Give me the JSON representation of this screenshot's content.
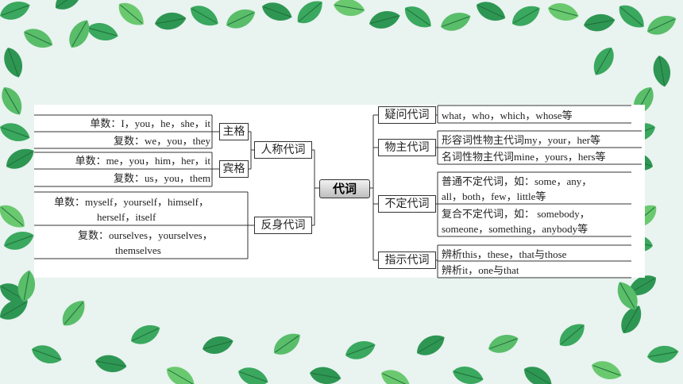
{
  "colors": {
    "background": "#e9f3f0",
    "leaf_dark": "#2f9a55",
    "leaf_light": "#7ccf7a"
  },
  "root": "代词",
  "left": {
    "personal": {
      "label": "人称代词",
      "subject": {
        "label": "主格",
        "singular": "单数：I，you，he，she，it",
        "plural": "复数：we，you，they"
      },
      "object": {
        "label": "宾格",
        "singular": "单数：me，you，him，her，it",
        "plural": "复数：us，you，them"
      }
    },
    "reflexive": {
      "label": "反身代词",
      "singular_1": "单数：myself，yourself，himself，",
      "singular_2": "herself，itself",
      "plural_1": "复数：ourselves，yourselves，",
      "plural_2": "themselves"
    }
  },
  "right": {
    "interrogative": {
      "label": "疑问代词",
      "text": "what，who，which，whose等"
    },
    "possessive": {
      "label": "物主代词",
      "adjective": "形容词性物主代词my，your，her等",
      "noun": "名词性物主代词mine，yours，hers等"
    },
    "indefinite": {
      "label": "不定代词",
      "simple_1": "普通不定代词，如：some，any，",
      "simple_2": "all，both，few，little等",
      "compound_1": "复合不定代词，如： somebody，",
      "compound_2": "someone，something，anybody等"
    },
    "demonstrative": {
      "label": "指示代词",
      "item_1": "辨析this，these，that与those",
      "item_2": "辨析it，one与that"
    }
  }
}
